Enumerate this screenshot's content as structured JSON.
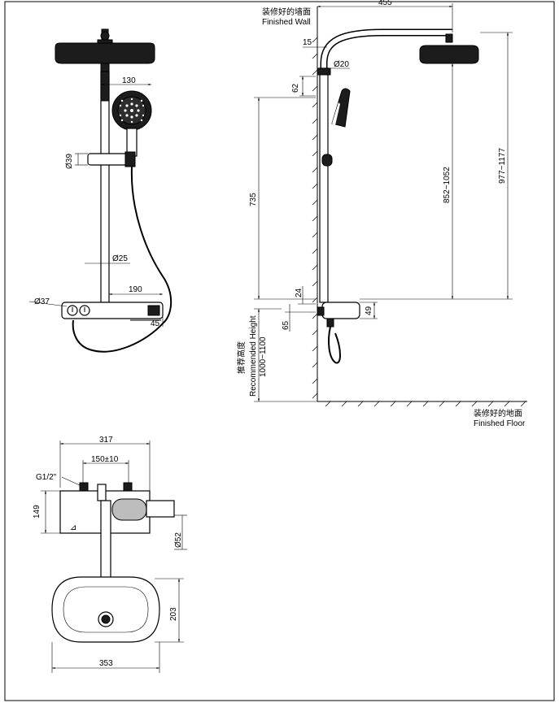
{
  "labels": {
    "finished_wall_cn": "装修好的墙面",
    "finished_wall_en": "Finished Wall",
    "finished_floor_cn": "装修好的地面",
    "finished_floor_en": "Finished Floor",
    "recommended_height_cn": "推荐高度",
    "recommended_height_en": "Recommended Height",
    "recommended_height_value": "1000~1100"
  },
  "front_view": {
    "dim_130": "130",
    "dim_d39": "Ø39",
    "dim_d25": "Ø25",
    "dim_190": "190",
    "dim_d37": "Ø37",
    "dim_45": "45"
  },
  "side_view": {
    "dim_455": "455",
    "dim_15": "15",
    "dim_d20": "Ø20",
    "dim_62": "62",
    "dim_735": "735",
    "dim_852_1052": "852~1052",
    "dim_977_1177": "977~1177",
    "dim_24": "24",
    "dim_49": "49",
    "dim_65": "65"
  },
  "bottom_view": {
    "dim_317": "317",
    "dim_150": "150±10",
    "dim_g12": "G1/2\"",
    "dim_149": "149",
    "dim_d52": "Ø52",
    "dim_203": "203",
    "dim_353": "353"
  }
}
